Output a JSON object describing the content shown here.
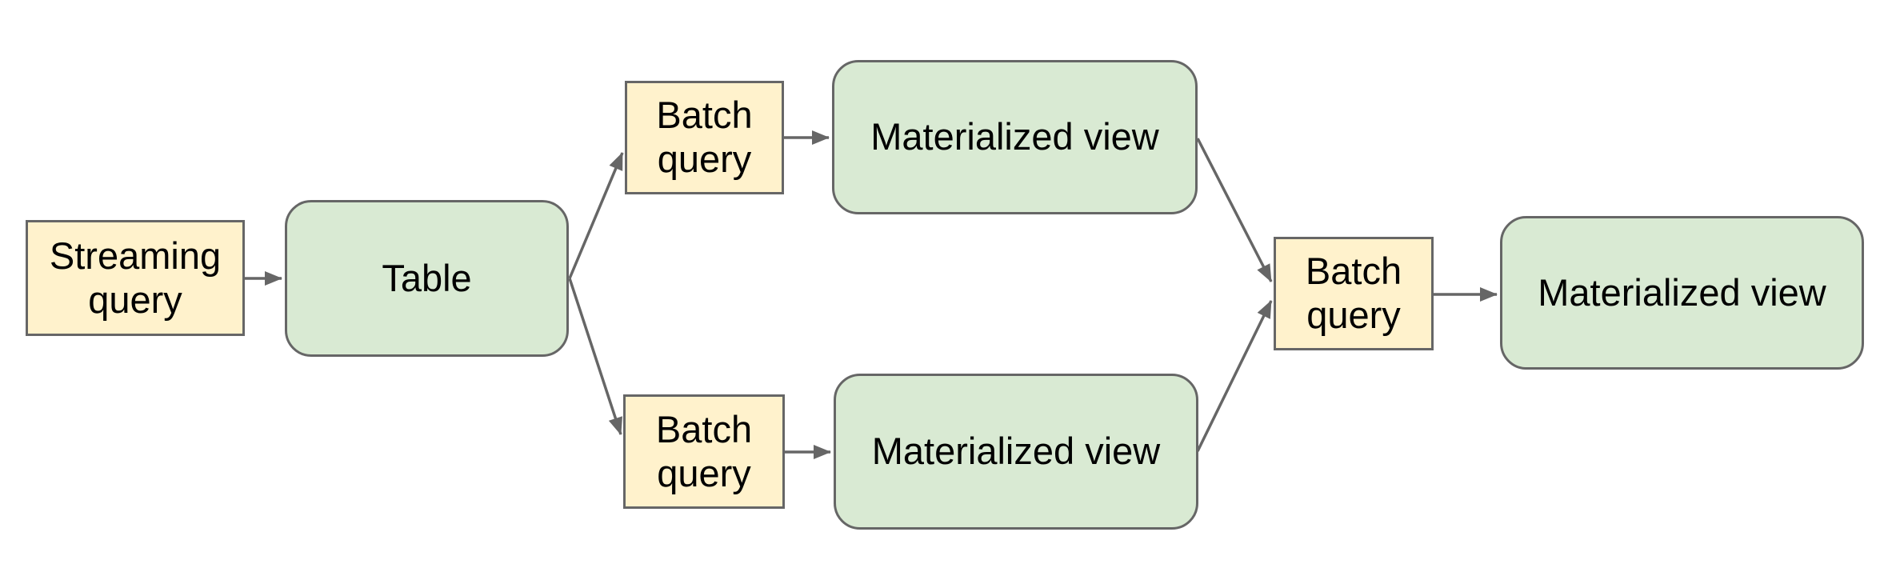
{
  "diagram": {
    "background": "#ffffff",
    "colors": {
      "query_fill": "#fff2cc",
      "storage_fill": "#d9ead3",
      "border": "#666666",
      "arrow": "#666666",
      "text": "#000000"
    },
    "nodes": [
      {
        "id": "streaming-query",
        "label": "Streaming query",
        "kind": "query"
      },
      {
        "id": "table",
        "label": "Table",
        "kind": "storage"
      },
      {
        "id": "batch-query-top",
        "label": "Batch query",
        "kind": "query"
      },
      {
        "id": "materialized-view-top",
        "label": "Materialized view",
        "kind": "storage"
      },
      {
        "id": "batch-query-bottom",
        "label": "Batch query",
        "kind": "query"
      },
      {
        "id": "materialized-view-bottom",
        "label": "Materialized view",
        "kind": "storage"
      },
      {
        "id": "batch-query-merge",
        "label": "Batch query",
        "kind": "query"
      },
      {
        "id": "materialized-view-final",
        "label": "Materialized view",
        "kind": "storage"
      }
    ],
    "edges": [
      {
        "from": "streaming-query",
        "to": "table"
      },
      {
        "from": "table",
        "to": "batch-query-top"
      },
      {
        "from": "table",
        "to": "batch-query-bottom"
      },
      {
        "from": "batch-query-top",
        "to": "materialized-view-top"
      },
      {
        "from": "batch-query-bottom",
        "to": "materialized-view-bottom"
      },
      {
        "from": "materialized-view-top",
        "to": "batch-query-merge"
      },
      {
        "from": "materialized-view-bottom",
        "to": "batch-query-merge"
      },
      {
        "from": "batch-query-merge",
        "to": "materialized-view-final"
      }
    ]
  }
}
